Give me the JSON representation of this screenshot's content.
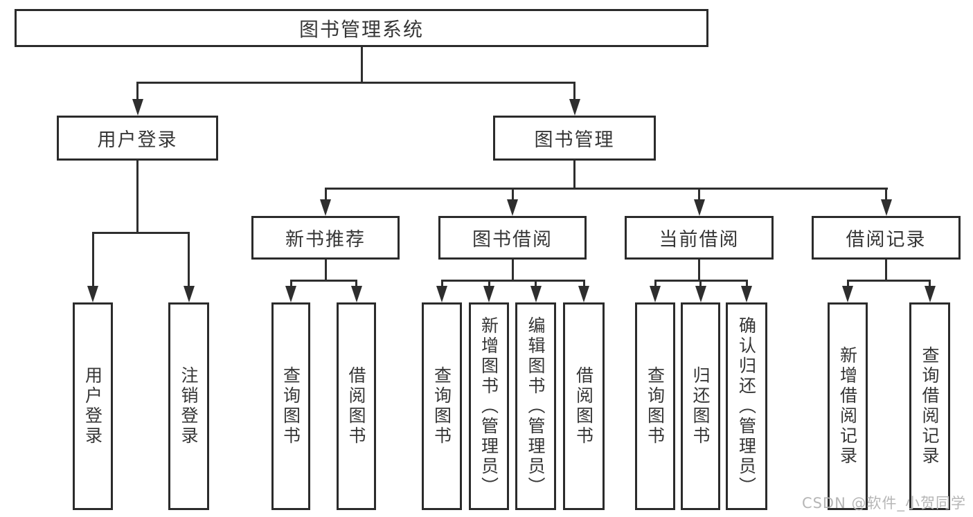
{
  "diagram": {
    "root": {
      "label": "图书管理系统"
    },
    "branches": [
      {
        "label": "用户登录",
        "children": [
          "用户登录",
          "注销登录"
        ]
      },
      {
        "label": "图书管理",
        "groups": [
          {
            "label": "新书推荐",
            "children": [
              "查询图书",
              "借阅图书"
            ]
          },
          {
            "label": "图书借阅",
            "children": [
              "查询图书",
              "新增图书（管理员）",
              "编辑图书（管理员）",
              "借阅图书"
            ]
          },
          {
            "label": "当前借阅",
            "children": [
              "查询图书",
              "归还图书",
              "确认归还（管理员）"
            ]
          },
          {
            "label": "借阅记录",
            "children": [
              "新增借阅记录",
              "查询借阅记录"
            ]
          }
        ]
      }
    ]
  },
  "watermark": {
    "text": "CSDN @软件_小贺同学"
  },
  "colors": {
    "line": "#2e2e2e",
    "border": "#2b2b2b",
    "text": "#363636",
    "watermark": "#b6b6b6",
    "background": "#ffffff"
  }
}
